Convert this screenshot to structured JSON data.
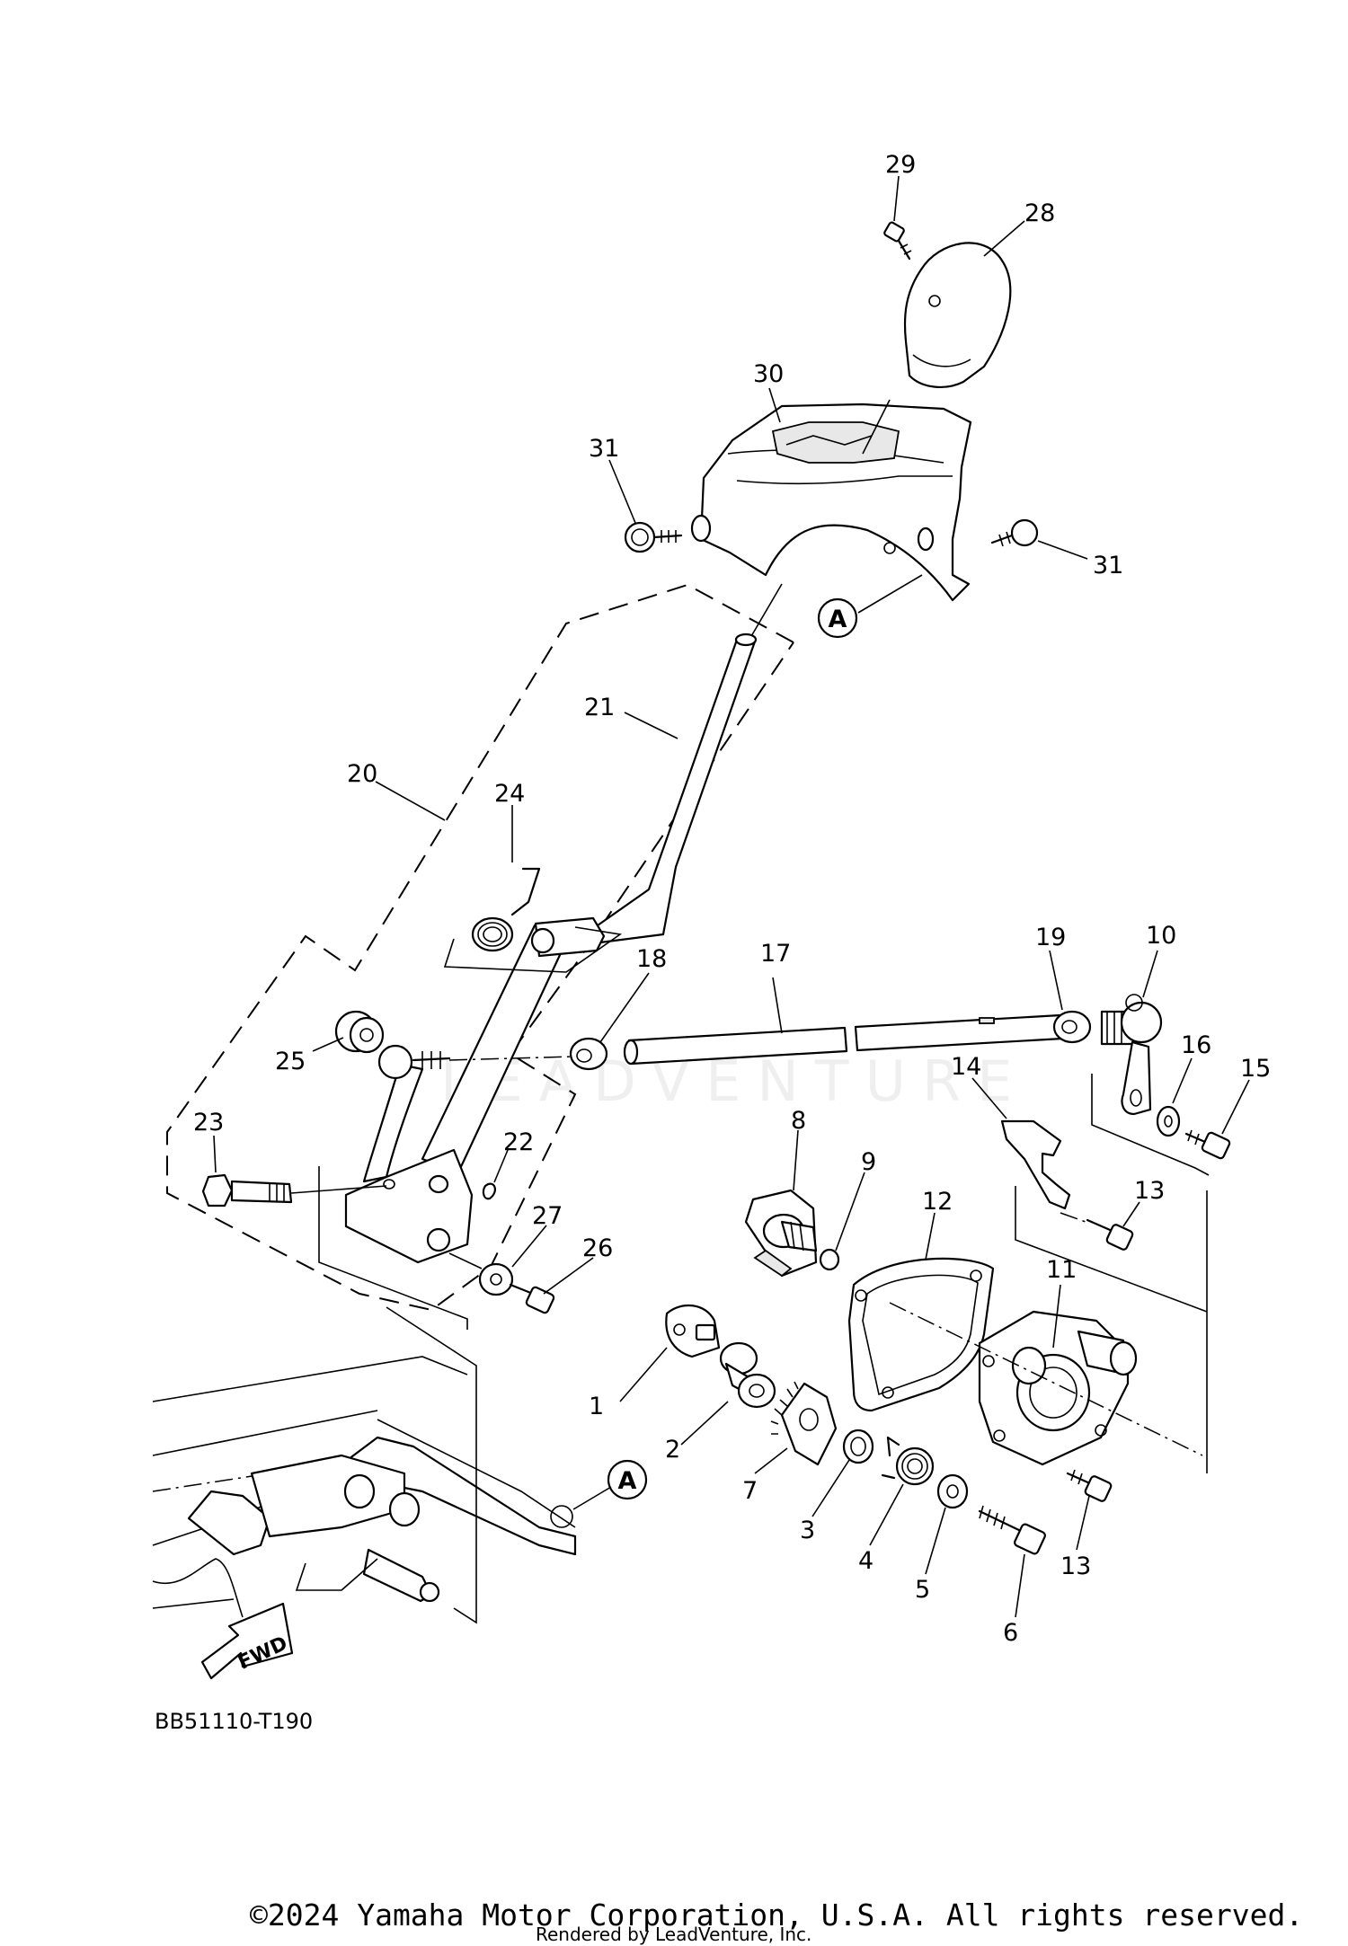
{
  "diagram": {
    "callouts": [
      "1",
      "2",
      "3",
      "4",
      "5",
      "6",
      "7",
      "8",
      "9",
      "10",
      "11",
      "12",
      "13",
      "13",
      "14",
      "15",
      "16",
      "17",
      "18",
      "19",
      "20",
      "21",
      "22",
      "23",
      "24",
      "25",
      "26",
      "27",
      "28",
      "29",
      "30",
      "31",
      "31"
    ],
    "reference_marker": "A",
    "direction_label": "FWD",
    "diagram_code": "BB51110-T190",
    "watermark": "LEADVENTURE",
    "copyright": "©2024 Yamaha Motor Corporation, U.S.A. All rights reserved.",
    "rendered_by": "Rendered by LeadVenture, Inc."
  }
}
